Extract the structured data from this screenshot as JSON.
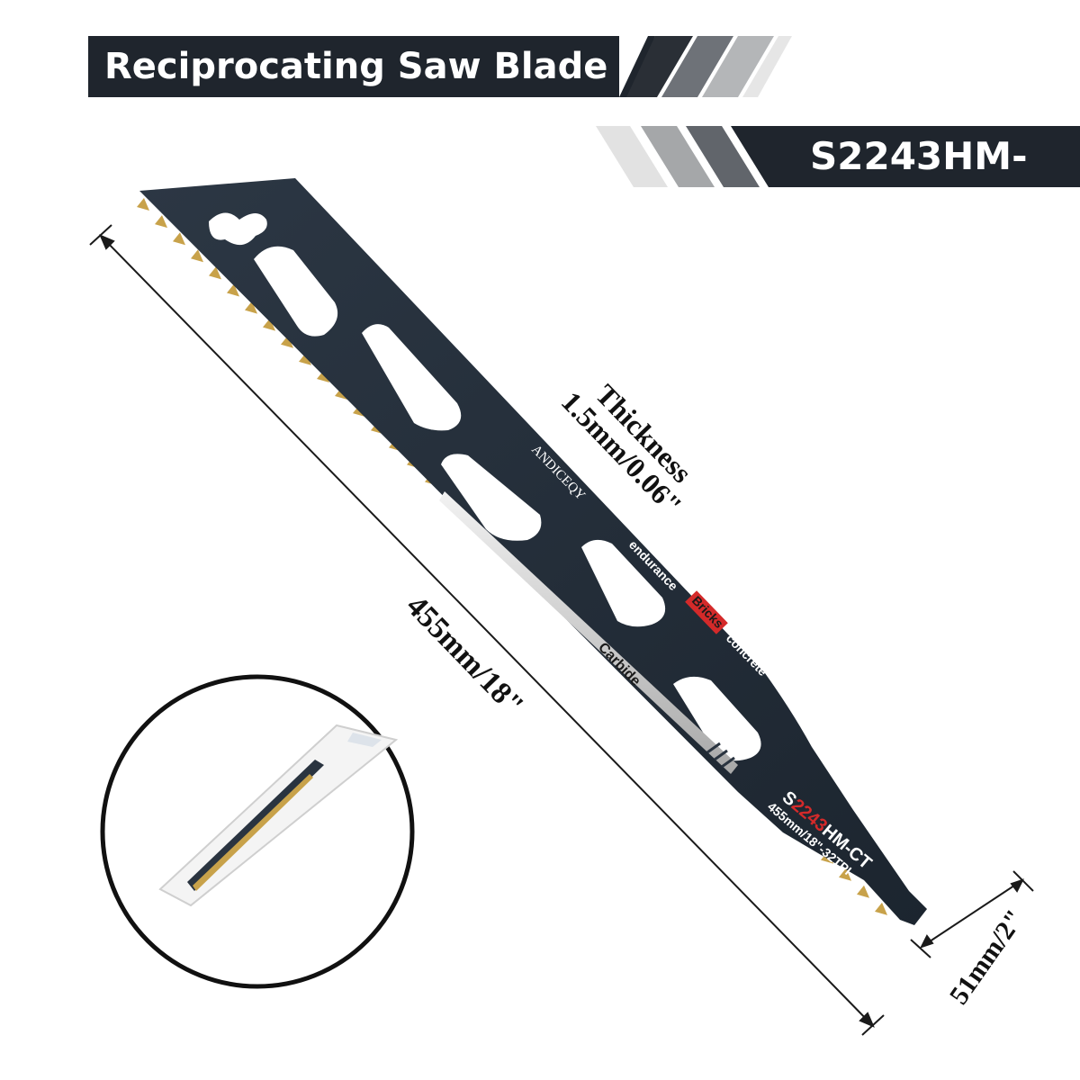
{
  "header": {
    "title": "Reciprocating Saw Blade",
    "model": "S2243HM-CT"
  },
  "dimensions": {
    "length": "455mm/18\"",
    "height": "51mm/2\"",
    "thickness_label": "Thickness",
    "thickness_value": "1.5mm/0.06\""
  },
  "blade": {
    "brand": "ANDICEQY",
    "word_endurance": "endurance",
    "word_bricks": "Bricks",
    "word_concrete": "concrete",
    "word_carbide": "Carbide",
    "model_prefix": "S",
    "model_red": "2243",
    "model_suffix": "HM-CT",
    "spec": "455mm/18\"-32TPI"
  },
  "colors": {
    "banner": "#1f252d",
    "blade": "#2a3440",
    "teeth": "#c8a24a",
    "accent_red": "#d42a2a"
  }
}
